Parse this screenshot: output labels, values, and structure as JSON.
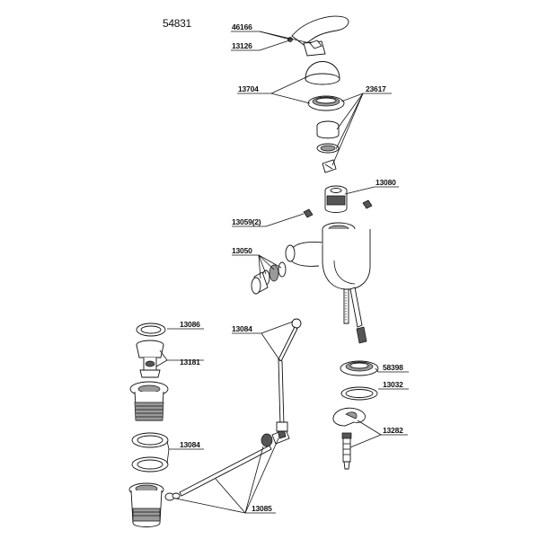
{
  "title": "54831",
  "labels": {
    "l46166": "46166",
    "l13126": "13126",
    "l13704": "13704",
    "l23617": "23617",
    "l13080": "13080",
    "l13059": "13059(2)",
    "l13050": "13050",
    "l13086": "13086",
    "l13181": "13181",
    "l13084a": "13084",
    "l58398": "58398",
    "l13032": "13032",
    "l13084b": "13084",
    "l13282": "13282",
    "l13085": "13085"
  }
}
